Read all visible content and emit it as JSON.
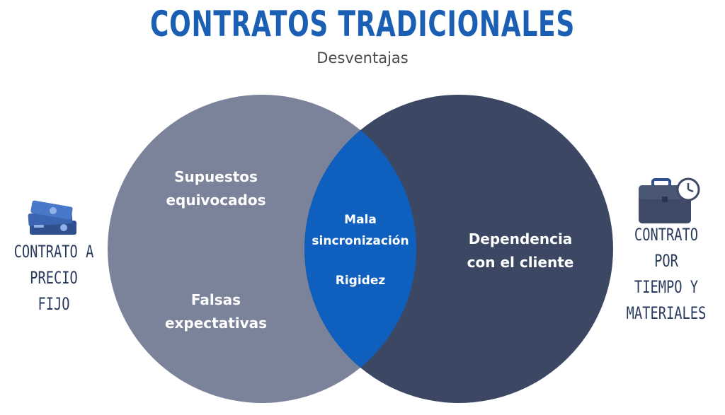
{
  "header": {
    "title": "CONTRATOS TRADICIONALES",
    "subtitle": "Desventajas"
  },
  "colors": {
    "title": "#1a5fb4",
    "left_circle": "#7a8399",
    "right_circle": "#3c4763",
    "overlap": "#0f5fbf",
    "label_text": "#2a3a5c"
  },
  "venn": {
    "left_region": {
      "item_1": "Supuestos\nequivocados",
      "item_2": "Falsas\nexpectativas"
    },
    "overlap_region": {
      "item_1": "Mala\nsincronización",
      "item_2": "Rigidez"
    },
    "right_region": {
      "item_1": "Dependencia\ncon el cliente"
    }
  },
  "labels": {
    "left": {
      "text": "CONTRATO A\nPRECIO FIJO",
      "icon": "money-stack-icon"
    },
    "right": {
      "text": "CONTRATO POR\nTIEMPO Y\nMATERIALES",
      "icon": "briefcase-clock-icon"
    }
  }
}
